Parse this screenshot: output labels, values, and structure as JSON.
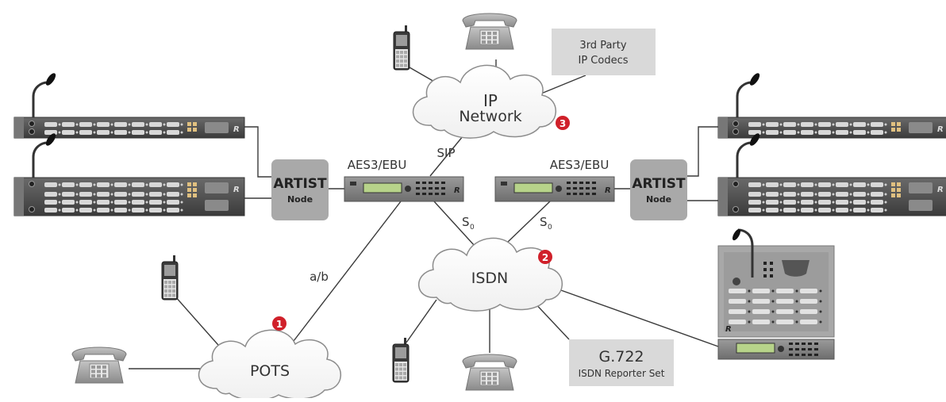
{
  "networks": {
    "ip": {
      "line1": "IP",
      "line2": "Network"
    },
    "isdn": {
      "label": "ISDN"
    },
    "pots": {
      "label": "POTS"
    }
  },
  "nodes": {
    "artist_left": {
      "brand": "ARTIST",
      "sub": "Node"
    },
    "artist_right": {
      "brand": "ARTIST",
      "sub": "Node"
    }
  },
  "links": {
    "aes_left": "AES3/EBU",
    "aes_right": "AES3/EBU",
    "sip": "SIP",
    "s0_left": "S",
    "s0_left_sub": "0",
    "s0_right": "S",
    "s0_right_sub": "0",
    "ab": "a/b"
  },
  "boxes": {
    "third_party": {
      "line1": "3rd Party",
      "line2": "IP Codecs"
    },
    "g722": {
      "line1": "G.722",
      "line2": "ISDN Reporter Set"
    }
  },
  "badges": {
    "one": "1",
    "two": "2",
    "three": "3"
  },
  "icons": [
    "microphone-panel-icon",
    "codec-unit-icon",
    "desk-phone-icon",
    "mobile-phone-icon",
    "cloud-icon",
    "reporter-panel-icon"
  ],
  "colors": {
    "badge": "#d0202a",
    "node_gray": "#a9a9a9",
    "box_gray": "#d9d9d9",
    "line": "#3a3a3a",
    "cloud_stroke": "#8c8c8c",
    "panel_dark": "#4a4a4a",
    "lcd": "#b7d38a"
  }
}
